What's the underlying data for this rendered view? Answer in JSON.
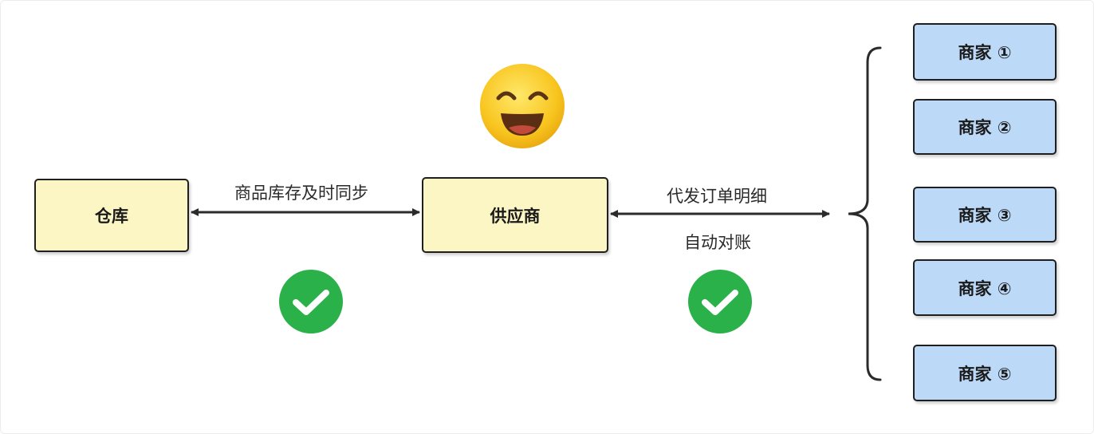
{
  "nodes": {
    "warehouse": "仓库",
    "supplier": "供应商",
    "merchants": [
      "商家 ①",
      "商家 ②",
      "商家 ③",
      "商家 ④",
      "商家 ⑤"
    ]
  },
  "edges": {
    "warehouse_supplier": "商品库存及时同步",
    "supplier_merchants_top": "代发订单明细",
    "supplier_merchants_bottom": "自动对账"
  },
  "icons": {
    "status_left": "check-circle-icon",
    "status_right": "check-circle-icon",
    "mood": "smiling-face-icon"
  },
  "colors": {
    "process_fill": "#fcf5c4",
    "merchant_fill": "#bcd9f8",
    "check_green": "#2bb14a",
    "emoji_yellow": "#f7c623"
  }
}
